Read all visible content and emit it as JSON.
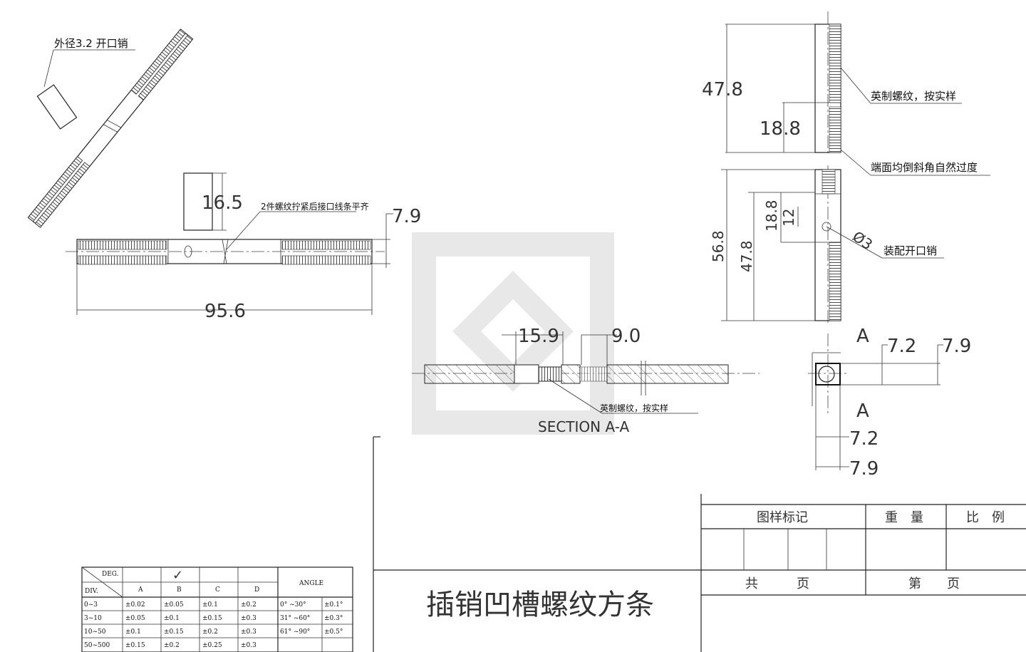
{
  "callouts": {
    "cotter_pin": "外径3.2 开口销",
    "threads_aligned": "2件螺纹拧紧后接口线条平齐",
    "british_thread_top": "英制螺纹，按实样",
    "end_chamfer": "端面均倒斜角自然过度",
    "assembly_pin": "装配开口销",
    "british_thread_section": "英制螺纹，按实样",
    "section_label": "SECTION A-A",
    "view_marker_a1": "A",
    "view_marker_a2": "A"
  },
  "dimensions": {
    "block_height": "16.5",
    "bar_height": "7.9",
    "bar_length": "95.6",
    "upper_total": "47.8",
    "upper_partial": "18.8",
    "lower_total": "56.8",
    "lower_mid": "47.8",
    "lower_partial": "18.8",
    "lower_small": "12",
    "hole_dia": "Ø3",
    "section_left": "15.9",
    "section_right": "9.0",
    "end_w1": "7.2",
    "end_w2": "7.9",
    "end_h1": "7.2",
    "end_h2": "7.9"
  },
  "title_block": {
    "part_name": "插销凹槽螺纹方条",
    "mark_label": "图样标记",
    "weight_label": "重　量",
    "scale_label": "比　例",
    "total_pages": "共　　　页",
    "page_no": "第　　页"
  },
  "tolerance_table": {
    "corner_top": "DEG.",
    "corner_bottom": "DIV.",
    "angle_header": "ANGLE",
    "grades": [
      "A",
      "B",
      "C",
      "D"
    ],
    "checked_grade": "B",
    "check_mark": "✓",
    "rows": [
      {
        "range": "0~3",
        "a": "±0.02",
        "b": "±0.05",
        "c": "±0.1",
        "d": "±0.2",
        "ang": "0° ~30°",
        "ang_tol": "±0.1°"
      },
      {
        "range": "3~10",
        "a": "±0.05",
        "b": "±0.1",
        "c": "±0.15",
        "d": "±0.3",
        "ang": "31° ~60°",
        "ang_tol": "±0.3°"
      },
      {
        "range": "10~50",
        "a": "±0.1",
        "b": "±0.15",
        "c": "±0.2",
        "d": "±0.3",
        "ang": "61° ~90°",
        "ang_tol": "±0.5°"
      },
      {
        "range": "50~500",
        "a": "±0.15",
        "b": "±0.2",
        "c": "±0.25",
        "d": "±0.3",
        "ang": "",
        "ang_tol": ""
      }
    ]
  }
}
